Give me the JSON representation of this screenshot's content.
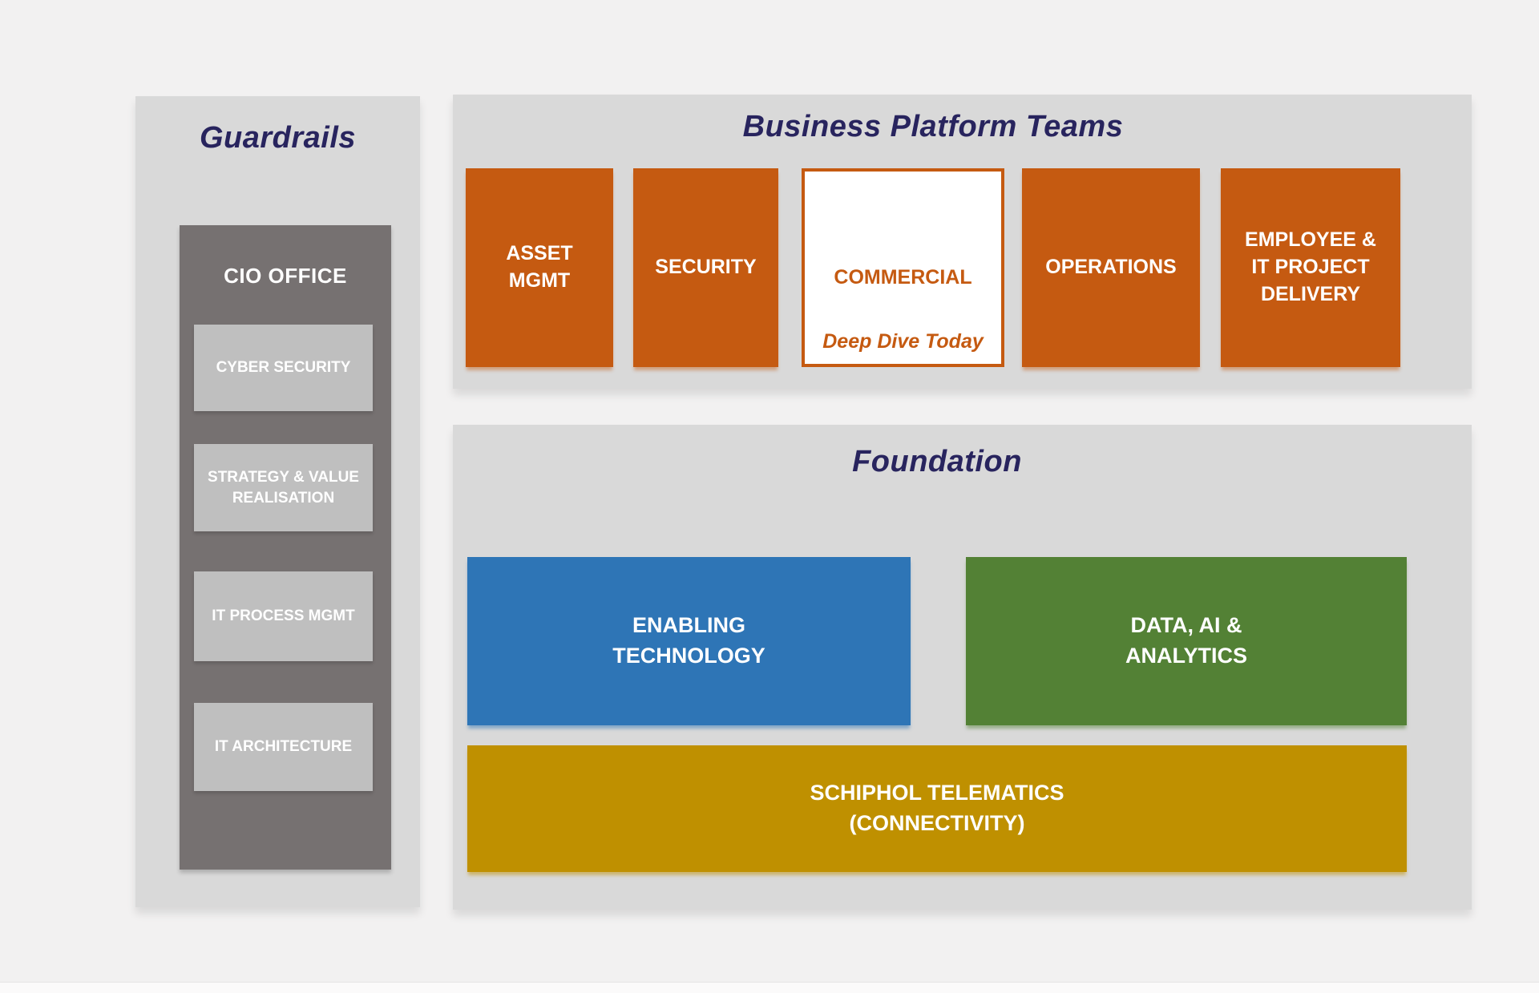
{
  "colors": {
    "page_bg": "#F2F1F1",
    "panel_bg": "#D9D9D9",
    "title_navy": "#28245E",
    "cio_column_bg": "#767171",
    "cio_item_bg": "#BFBFBF",
    "orange": "#C55A11",
    "blue": "#2E75B6",
    "green": "#538135",
    "gold": "#BF9000"
  },
  "guardrails": {
    "title": "Guardrails",
    "cio_office": {
      "label": "CIO OFFICE",
      "items": [
        {
          "label": "CYBER SECURITY"
        },
        {
          "label": "STRATEGY & VALUE\nREALISATION"
        },
        {
          "label": "IT PROCESS MGMT"
        },
        {
          "label": "IT ARCHITECTURE"
        }
      ]
    }
  },
  "business_platform_teams": {
    "title": "Business Platform Teams",
    "teams": [
      {
        "label": "ASSET\nMGMT",
        "highlighted": false
      },
      {
        "label": "SECURITY",
        "highlighted": false
      },
      {
        "label": "COMMERCIAL",
        "highlighted": true,
        "note": "Deep Dive Today"
      },
      {
        "label": "OPERATIONS",
        "highlighted": false
      },
      {
        "label": "EMPLOYEE  &\nIT PROJECT\nDELIVERY",
        "highlighted": false
      }
    ]
  },
  "foundation": {
    "title": "Foundation",
    "blocks": [
      {
        "label": "ENABLING\nTECHNOLOGY",
        "color": "#2E75B6"
      },
      {
        "label": "DATA, AI &\nANALYTICS",
        "color": "#538135"
      },
      {
        "label": "SCHIPHOL TELEMATICS\n(CONNECTIVITY)",
        "color": "#BF9000"
      }
    ]
  }
}
